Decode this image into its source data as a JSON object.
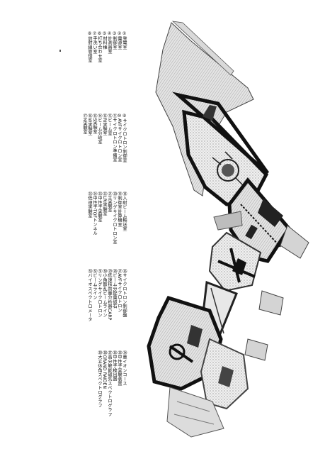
{
  "legend": {
    "columns": [
      [
        "①発電室",
        "②電源室",
        "③制御室",
        "④計測器室",
        "⑤材料棟",
        "⑥打ち合わせ室",
        "⑦手洗い室",
        "⑧放射線管理室"
      ],
      [
        "⑨サイクロトロン制御室",
        "⑩AVFサイクロトロン室",
        "⑪サイクロトロン準備室",
        "⑫ビーム室",
        "⑬RI実験室",
        "⑭ビーム分岐室",
        "⑮S実験室",
        "⑯W実験室",
        "⑰N実験室"
      ],
      [
        "⑱入射ビーム輸送室",
        "⑲制御室計算機室",
        "⑳リングサイクロトロン室",
        "㉑H実験室",
        "㉒LRI実験室",
        "㉓中性子実験室",
        "㉔中性子TOFトンネル",
        "㉕低速実験室"
      ],
      [
        "㉖サイクロトロン制御盤",
        "㉗AVFサイクロトロン",
        "㉘ビーム分配電磁石",
        "㉙低速核質量分析器CARP",
        "㉚小角散乱ビームライン",
        "㉛リングサイクロトロン",
        "㉜ビームライン",
        "㉝バイオスペクトロメータ"
      ],
      [
        "㉞重イオンコース",
        "㉟中性子実験装置",
        "㊱中性子検出器",
        "㊲高分解能磁気スペクトログラフ",
        "㊳GRAND RAIDEN",
        "㊴大立体角スペクトログラフ"
      ]
    ]
  }
}
